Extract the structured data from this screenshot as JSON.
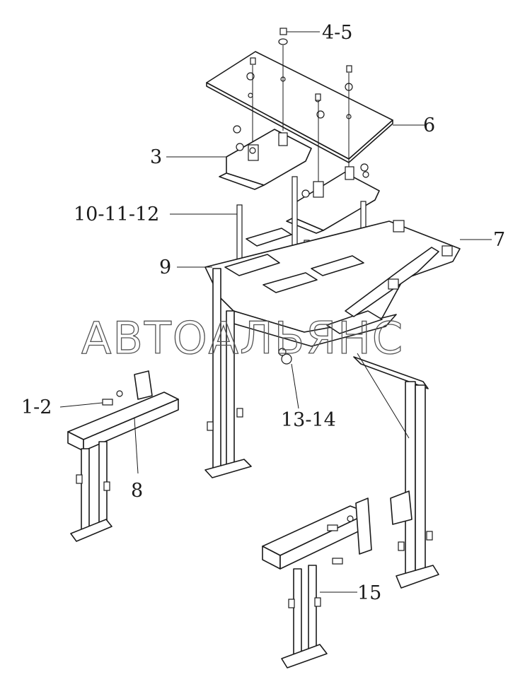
{
  "watermark": "АВТОАЛЬЯНС",
  "callouts": {
    "c_4_5": "4-5",
    "c_6": "6",
    "c_3": "3",
    "c_10_11_12": "10-11-12",
    "c_7": "7",
    "c_9": "9",
    "c_1_2": "1-2",
    "c_13_14": "13-14",
    "c_8": "8",
    "c_15": "15"
  }
}
